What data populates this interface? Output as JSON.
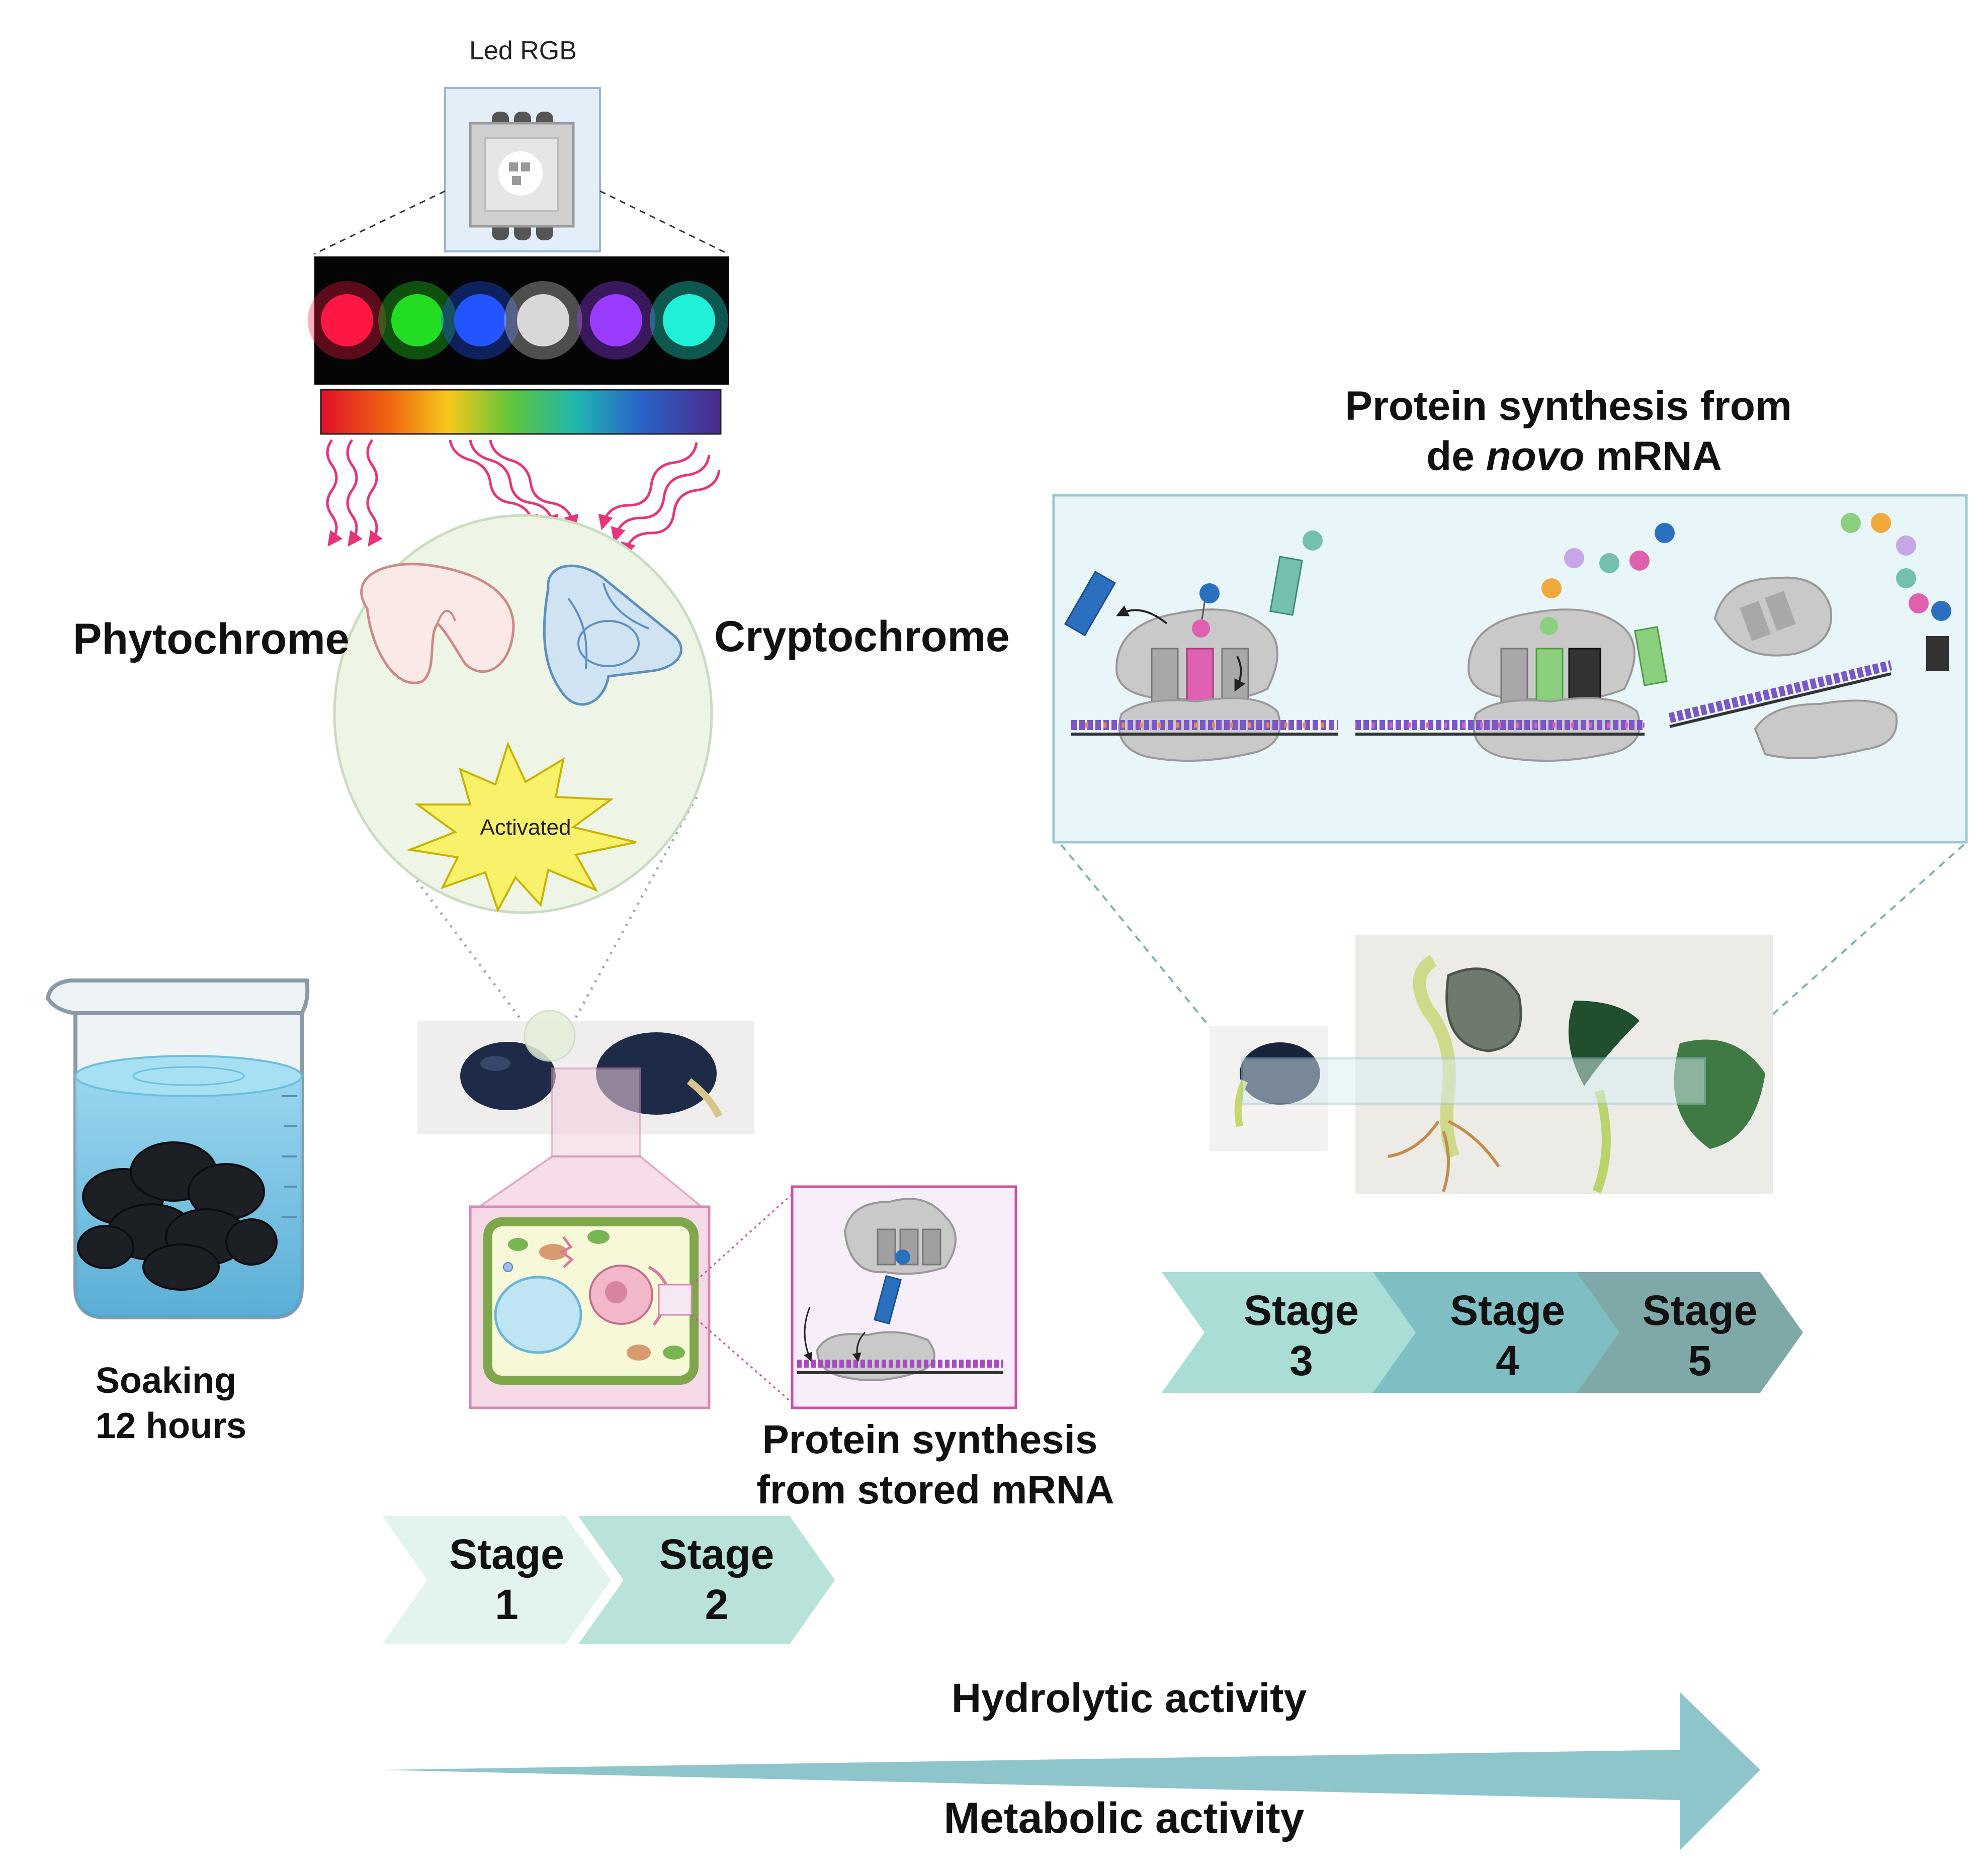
{
  "led": {
    "label": "Led RGB",
    "light_colors": [
      "#ff1744",
      "#22dd22",
      "#2255ff",
      "#d8d8d8",
      "#9a3cff",
      "#20f0d8"
    ]
  },
  "photoreceptors": {
    "phytochrome": "Phytochrome",
    "cryptochrome": "Cryptochrome",
    "activated": "Activated"
  },
  "soaking": {
    "line1": "Soaking",
    "line2": "12 hours"
  },
  "stored_mrna": {
    "line1": "Protein synthesis",
    "line2": "from stored mRNA"
  },
  "denovo_mrna": {
    "line1": "Protein synthesis from",
    "line2_prefix": "de ",
    "line2_italic": "novo",
    "line2_suffix": " mRNA"
  },
  "stages": [
    {
      "word": "Stage",
      "num": "1",
      "color": "#e3f3ef"
    },
    {
      "word": "Stage",
      "num": "2",
      "color": "#b8e2da"
    },
    {
      "word": "Stage",
      "num": "3",
      "color": "#a9ddd5"
    },
    {
      "word": "Stage",
      "num": "4",
      "color": "#7fbfc4"
    },
    {
      "word": "Stage",
      "num": "5",
      "color": "#7fa8a8"
    }
  ],
  "activity": {
    "top": "Hydrolytic activity",
    "bottom": "Metabolic activity",
    "arrow_color": "#8ec5ca"
  },
  "colors": {
    "ray": "#e8337a",
    "phyto_fill": "#fbe9e7",
    "crypto_fill": "#cfe3f3",
    "burst": "#f7f26a",
    "panel_fill": "#e8f5f9",
    "panel_stroke": "#9cc7d6"
  }
}
